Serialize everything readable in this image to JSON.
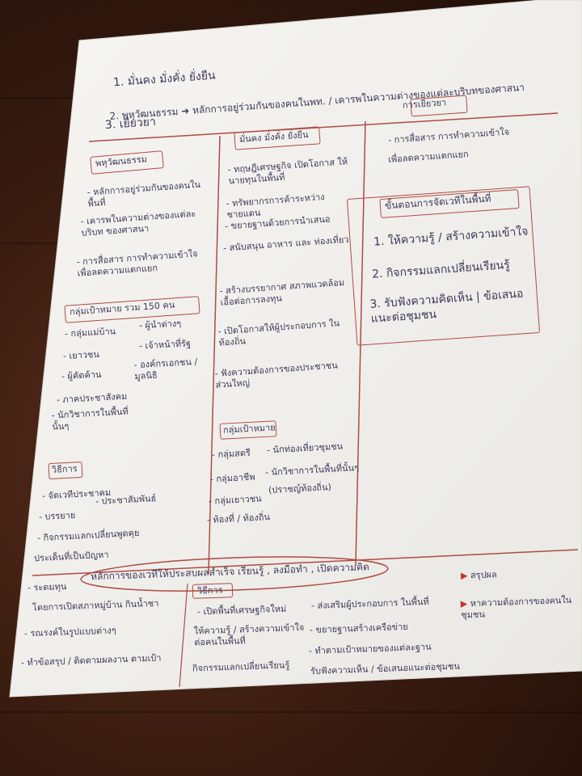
{
  "header": {
    "line1": "1. มั่นคง มั่งคั่ง ยั่งยืน",
    "line2": "2. พหุวัฒนธรรม ➜ หลักการอยู่ร่วมกันของคนในพท. / เคารพในความต่างของแต่ละบริบทของศาสนา",
    "line3": "3. เยียวยา"
  },
  "left_column": {
    "title": "พหุวัฒนธรรม",
    "items": [
      "- หลักการอยู่ร่วมกันของคนในพื้นที่",
      "- เคารพในความต่างของแต่ละบริบท ของศาสนา",
      "- การสื่อสาร การทำความเข้าใจ เพื่อลดความแตกแยก"
    ],
    "target_title": "กลุ่มเป้าหมาย รวม 150 คน",
    "target_items_left": [
      "- กลุ่มแม่บ้าน",
      "- เยาวชน",
      "- ผู้คัดค้าน",
      "- ภาคประชาสังคม",
      "- นักวิชาการในพื้นที่ นั้นๆ"
    ],
    "target_items_right": [
      "- ผู้นำต่างๆ",
      "- เจ้าหน้าที่รัฐ",
      "- องค์กรเอกชน /มูลนิธิ"
    ],
    "method_title": "วิธีการ",
    "method_items": [
      "- จัดเวทีประชาคม",
      "- บรรยาย",
      "- ประชาสัมพันธ์",
      "- กิจกรรมแลกเปลี่ยนพูดคุย",
      "ประเด็นที่เป็นปัญหา"
    ]
  },
  "middle_column": {
    "title": "มั่นคง มั่งคั่ง ยั่งยืน",
    "items": [
      "- ทฤษฎีเศรษฐกิจ เปิดโอกาส ให้นายทุนในพื้นที่",
      "- ทรัพยากรการค้าระหว่างชายแดน",
      "- ขยายฐานด้วยการนำเสนอ",
      "- สนับสนุน อาหาร และ ท่องเที่ยว",
      "- สร้างบรรยากาศ สภาพแวดล้อม เอื้อต่อการลงทุน",
      "- เปิดโอกาสให้ผู้ประกอบการ ในท้องถิ่น",
      "- ฟังความต้องการของประชาชน ส่วนใหญ่"
    ],
    "target_title": "กลุ่มเป้าหมาย",
    "target_items_left": [
      "- กลุ่มสตรี",
      "- กลุ่มอาชีพ",
      "- กลุ่มเยาวชน",
      "- ท้องที่ / ท้องถิ่น"
    ],
    "target_items_right": [
      "- นักท่องเที่ยวชุมชน",
      "- นักวิชาการในพื้นที่นั้นๆ",
      "(ปราชญ์ท้องถิ่น)"
    ]
  },
  "right_column": {
    "title": "การเยียวยา",
    "items": [
      "- การสื่อสาร การทำความเข้าใจ",
      "เพื่อลดความแตกแยก"
    ],
    "steps_title": "ขั้นตอนการจัดเวทีในพื้นที่",
    "steps": [
      "1. ให้ความรู้ / สร้างความเข้าใจ",
      "2. กิจกรรมแลกเปลี่ยนเรียนรู้",
      "3. รับฟังความคิดเห็น | ข้อเสนอ แนะต่อชุมชน"
    ]
  },
  "banner": "หลักการของเวทีให้ประสบผลสำเร็จ เรียนรู้ , ลงมือทำ , เปิดความคิด",
  "bottom_left": [
    "- ระดมทุน",
    "โดยการเปิดสภาหมู่บ้าน กินน้ำชา",
    "- รณรงค์ในรูปแบบต่างๆ",
    "- ทำข้อสรุป / ติดตามผลงาน ตามเป้า"
  ],
  "bottom_middle": {
    "title": "วิธีการ",
    "items_left": [
      "- เปิดพื้นที่เศรษฐกิจใหม่",
      "ให้ความรู้ / สร้างความเข้าใจ ต่อคนในพื้นที่",
      "กิจกรรมแลกเปลี่ยนเรียนรู้"
    ],
    "items_right": [
      "- ส่งเสริมผู้ประกอบการ ในพื้นที่",
      "- ขยายฐานสร้างเครือข่าย",
      "- ทำตามเป้าหมายของแต่ละฐาน",
      "รับฟังความเห็น / ข้อเสนอแนะต่อชุมชน"
    ]
  },
  "bottom_right": [
    "สรุปผล",
    "หาความต้องการของคนใน ชุมชน"
  ],
  "colors": {
    "ink": "#3f3a5a",
    "red": "#b04a44",
    "paper": "#f4f3f0",
    "background": "#3a1c10"
  }
}
